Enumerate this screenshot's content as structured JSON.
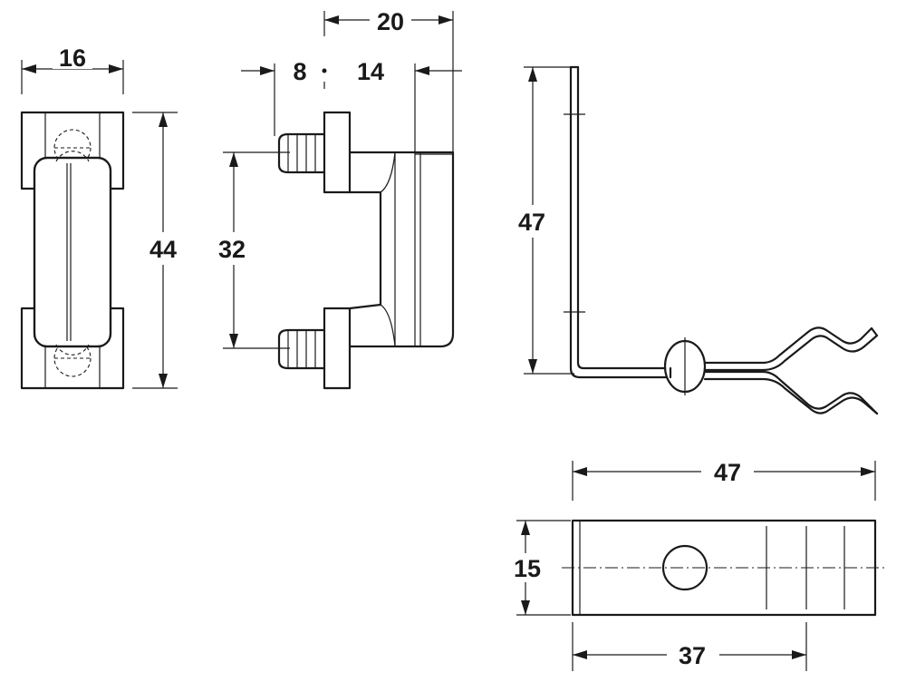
{
  "dimensions": {
    "front_width": "16",
    "front_height": "44",
    "side_total_width": "20",
    "side_pin_width": "8",
    "side_body_width": "14",
    "side_pin_spacing": "32",
    "bracket_height": "47",
    "plan_length": "47",
    "plan_width": "15",
    "plan_hole_offset": "37"
  }
}
